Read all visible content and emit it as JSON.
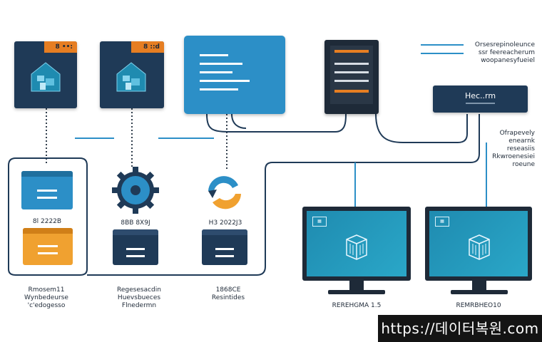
{
  "nodes": {
    "top_tile_1_tab": "8 ••:",
    "top_tile_2_tab": "8 ::d",
    "header_box_label": "Hec..rm",
    "storage_1_label": "8l 2222B",
    "storage_2_label": "8BB 8X9J",
    "storage_3_label": "H3 2022J3"
  },
  "captions": {
    "bottom_left": [
      "Rmosem11",
      "Wynbedeurse",
      "'c'edogesso"
    ],
    "bottom_center": [
      "Regesesacdin",
      "Huevsbueces",
      "Flnedermn"
    ],
    "bottom_center_2": [
      "1868CE",
      "Resintides"
    ],
    "monitor_left_caption": "REREHGMA 1.5",
    "monitor_right_caption": "REMRBHEO10",
    "top_right": [
      "Orsesrepinoleunce",
      "ssr feereacherum",
      "woopanesyfueiel"
    ],
    "mid_right": [
      "Ofrapevely",
      "enearnk",
      "reseasiis",
      "Rkwroenesiei",
      "roeune"
    ]
  },
  "colors": {
    "navy": "#1f3a57",
    "orange": "#e67e22",
    "blue": "#2c8fc7",
    "teal": "#2aa7c8"
  },
  "watermark": "https://데이터복원.com"
}
